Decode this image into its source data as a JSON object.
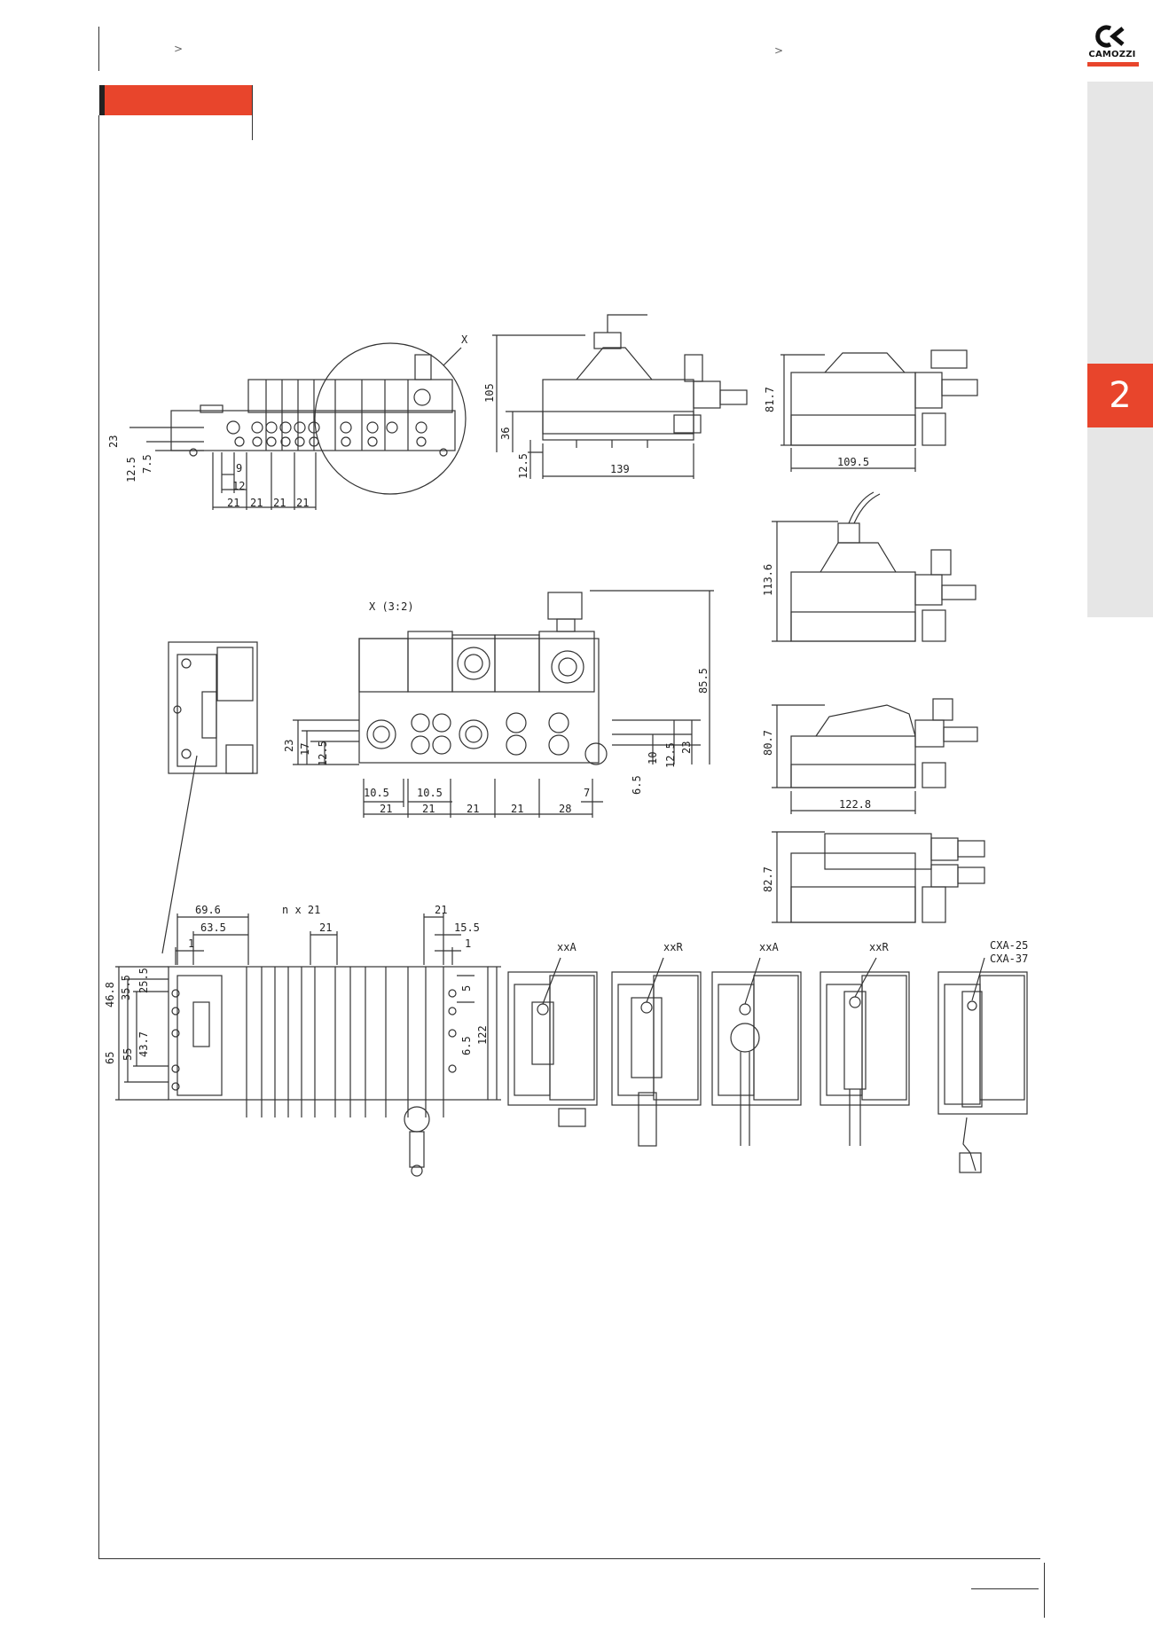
{
  "header": {
    "breadcrumb_marker_1": ">",
    "breadcrumb_marker_2": ">"
  },
  "brand": {
    "name": "CAMOZZI",
    "accent_color": "#e8452c"
  },
  "side_tab": {
    "section_number": "2"
  },
  "drawings": {
    "top_left_dims": [
      "23",
      "12.5",
      "7.5",
      "9",
      "12",
      "21",
      "21",
      "21",
      "21"
    ],
    "top_left_label": "X",
    "top_mid_dims": [
      "105",
      "36",
      "12.5",
      "139"
    ],
    "top_right_dims": [
      "81.7",
      "109.5"
    ],
    "right2_dims": [
      "113.6"
    ],
    "detail_label": "X (3:2)",
    "detail_dims": [
      "85.5",
      "23",
      "17",
      "12.5",
      "10.5",
      "10.5",
      "21",
      "21",
      "21",
      "21",
      "28",
      "7",
      "6.5",
      "10",
      "12.5",
      "23"
    ],
    "right3_dims": [
      "80.7",
      "122.8"
    ],
    "right4_dims": [
      "82.7"
    ],
    "bottom_left_dims": [
      "69.6",
      "63.5",
      "1",
      "n x 21",
      "21",
      "21",
      "15.5",
      "1",
      "46.8",
      "35.5",
      "25.5",
      "65",
      "55",
      "43.7",
      "5",
      "6.5",
      "122"
    ],
    "variant_labels": [
      "xxA",
      "xxR",
      "xxA",
      "xxR",
      "CXA-25",
      "CXA-37"
    ]
  }
}
